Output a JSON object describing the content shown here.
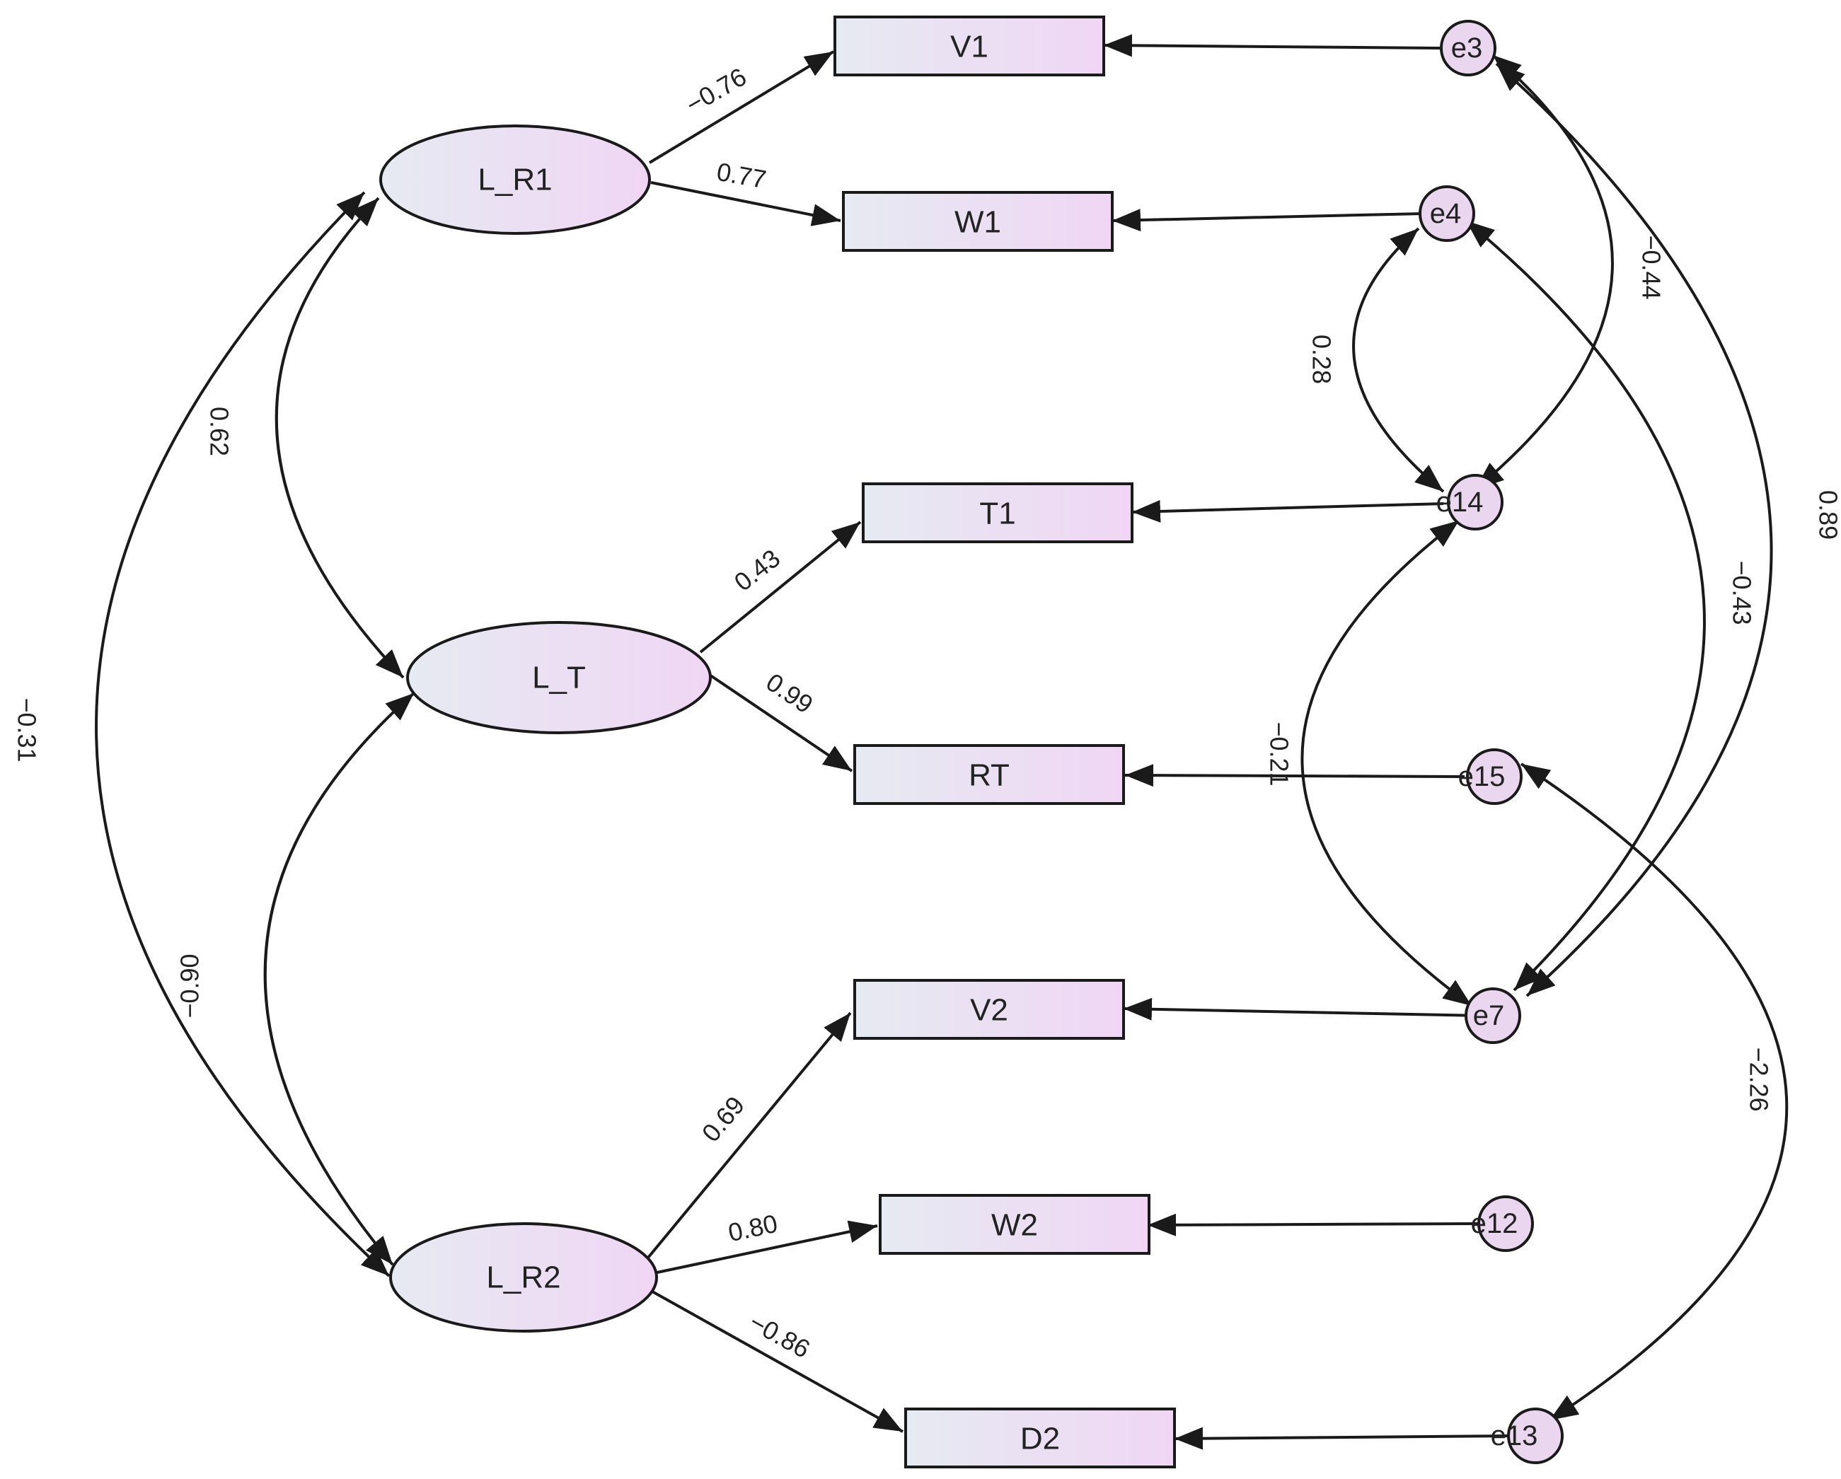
{
  "colors": {
    "fill_start": "#e6eaf2",
    "fill_end": "#f0d6f4",
    "error_fill": "#ead6ee",
    "stroke": "#1a1a1a",
    "text": "#222222"
  },
  "latent": [
    {
      "id": "L_R1",
      "label": "L_R1"
    },
    {
      "id": "L_T",
      "label": "L_T"
    },
    {
      "id": "L_R2",
      "label": "L_R2"
    }
  ],
  "observed": [
    {
      "id": "V1",
      "label": "V1"
    },
    {
      "id": "W1",
      "label": "W1"
    },
    {
      "id": "T1",
      "label": "T1"
    },
    {
      "id": "RT",
      "label": "RT"
    },
    {
      "id": "V2",
      "label": "V2"
    },
    {
      "id": "W2",
      "label": "W2"
    },
    {
      "id": "D2",
      "label": "D2"
    }
  ],
  "errors": [
    {
      "id": "e3",
      "label": "e3"
    },
    {
      "id": "e4",
      "label": "e4"
    },
    {
      "id": "e14",
      "label": "e14"
    },
    {
      "id": "e15",
      "label": "e15"
    },
    {
      "id": "e7",
      "label": "e7"
    },
    {
      "id": "e12",
      "label": "e12"
    },
    {
      "id": "e13",
      "label": "e13"
    }
  ],
  "loadings": [
    {
      "from": "L_R1",
      "to": "V1",
      "label": "−0.76"
    },
    {
      "from": "L_R1",
      "to": "W1",
      "label": "0.77"
    },
    {
      "from": "L_T",
      "to": "T1",
      "label": "0.43"
    },
    {
      "from": "L_T",
      "to": "RT",
      "label": "0.99"
    },
    {
      "from": "L_R2",
      "to": "V2",
      "label": "0.69"
    },
    {
      "from": "L_R2",
      "to": "W2",
      "label": "0.80"
    },
    {
      "from": "L_R2",
      "to": "D2",
      "label": "−0.86"
    }
  ],
  "error_paths": [
    {
      "from": "e3",
      "to": "V1"
    },
    {
      "from": "e4",
      "to": "W1"
    },
    {
      "from": "e14",
      "to": "T1"
    },
    {
      "from": "e15",
      "to": "RT"
    },
    {
      "from": "e7",
      "to": "V2"
    },
    {
      "from": "e12",
      "to": "W2"
    },
    {
      "from": "e13",
      "to": "D2"
    }
  ],
  "latent_covariances": [
    {
      "a": "L_R1",
      "b": "L_T",
      "label": "0.62"
    },
    {
      "a": "L_T",
      "b": "L_R2",
      "label": "−0.90"
    },
    {
      "a": "L_R1",
      "b": "L_R2",
      "label": "−0.31"
    }
  ],
  "error_covariances": [
    {
      "a": "e4",
      "b": "e14",
      "label": "0.28"
    },
    {
      "a": "e3",
      "b": "e14",
      "label": "−0.44"
    },
    {
      "a": "e3",
      "b": "e7",
      "label": "0.89"
    },
    {
      "a": "e4",
      "b": "e7",
      "label": "−0.43"
    },
    {
      "a": "e14",
      "b": "e7",
      "label": "−0.21"
    },
    {
      "a": "e15",
      "b": "e13",
      "label": "−2.26"
    }
  ]
}
